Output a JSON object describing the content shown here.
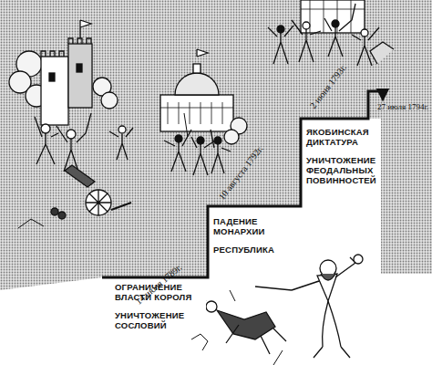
{
  "diagram": {
    "nodes": [
      {
        "text": [
          "ОГРАНИЧЕНИЕ ВЛАСТИ КОРОЛЯ",
          "УНИЧТОЖЕНИЕ СОСЛОВИЙ"
        ]
      },
      {
        "text": [
          "ПАДЕНИЕ МОНАРХИИ",
          "РЕСПУБЛИКА"
        ]
      },
      {
        "text": [
          "ЯКОБИНСКАЯ ДИКТАТУРА",
          "УНИЧТОЖЕНИЕ ФЕОДАЛЬНЫХ ПОВИННОСТЕЙ"
        ]
      }
    ],
    "labels": [
      "14 июля 1789г.",
      "10 августа 1792г.",
      "2 июня 1793г.",
      "27 июля 1794г."
    ]
  }
}
